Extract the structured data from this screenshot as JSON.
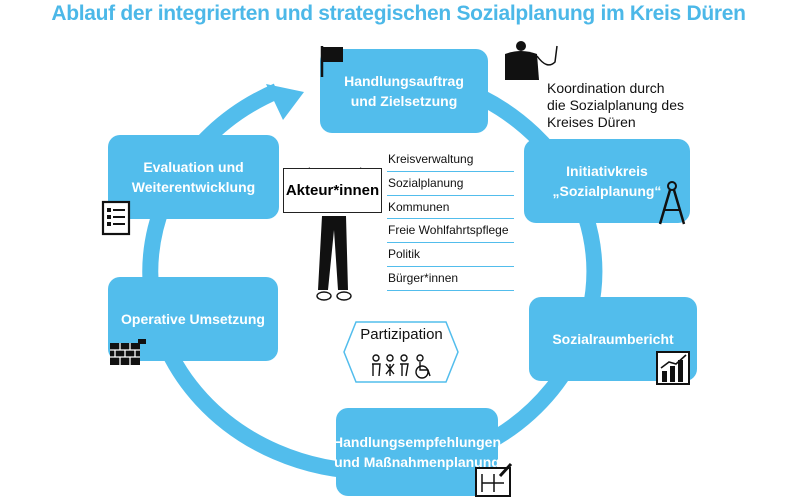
{
  "title": "Ablauf der integrierten und strategischen Sozialplanung im Kreis Düren",
  "colors": {
    "accent": "#52bdec",
    "title": "#4cb8e8",
    "text": "#111111"
  },
  "steps": [
    {
      "lines": [
        "Handlungsauftrag",
        "und Zielsetzung"
      ],
      "icon": "flag-icon"
    },
    {
      "lines": [
        "Initiativkreis",
        "„Sozialplanung“"
      ],
      "icon": "compass-icon"
    },
    {
      "lines": [
        "Sozialraumbericht"
      ],
      "icon": "bar-chart-icon"
    },
    {
      "lines": [
        "Handlungsempfehlungen",
        "und Maßnahmenplanung"
      ],
      "icon": "blueprint-icon"
    },
    {
      "lines": [
        "Operative Umsetzung"
      ],
      "icon": "brick-wall-icon"
    },
    {
      "lines": [
        "Evaluation und",
        "Weiterentwicklung"
      ],
      "icon": "checklist-icon"
    }
  ],
  "coordination": [
    "Koordination durch",
    "die Sozialplanung des",
    "Kreises Düren"
  ],
  "actors": {
    "sign": "Akteur*innen",
    "items": [
      "Kreisverwaltung",
      "Sozialplanung",
      "Kommunen",
      "Freie Wohlfahrtspflege",
      "Politik",
      "Bürger*innen"
    ]
  },
  "participation": {
    "label": "Partizipation",
    "icon": "people-icon"
  }
}
